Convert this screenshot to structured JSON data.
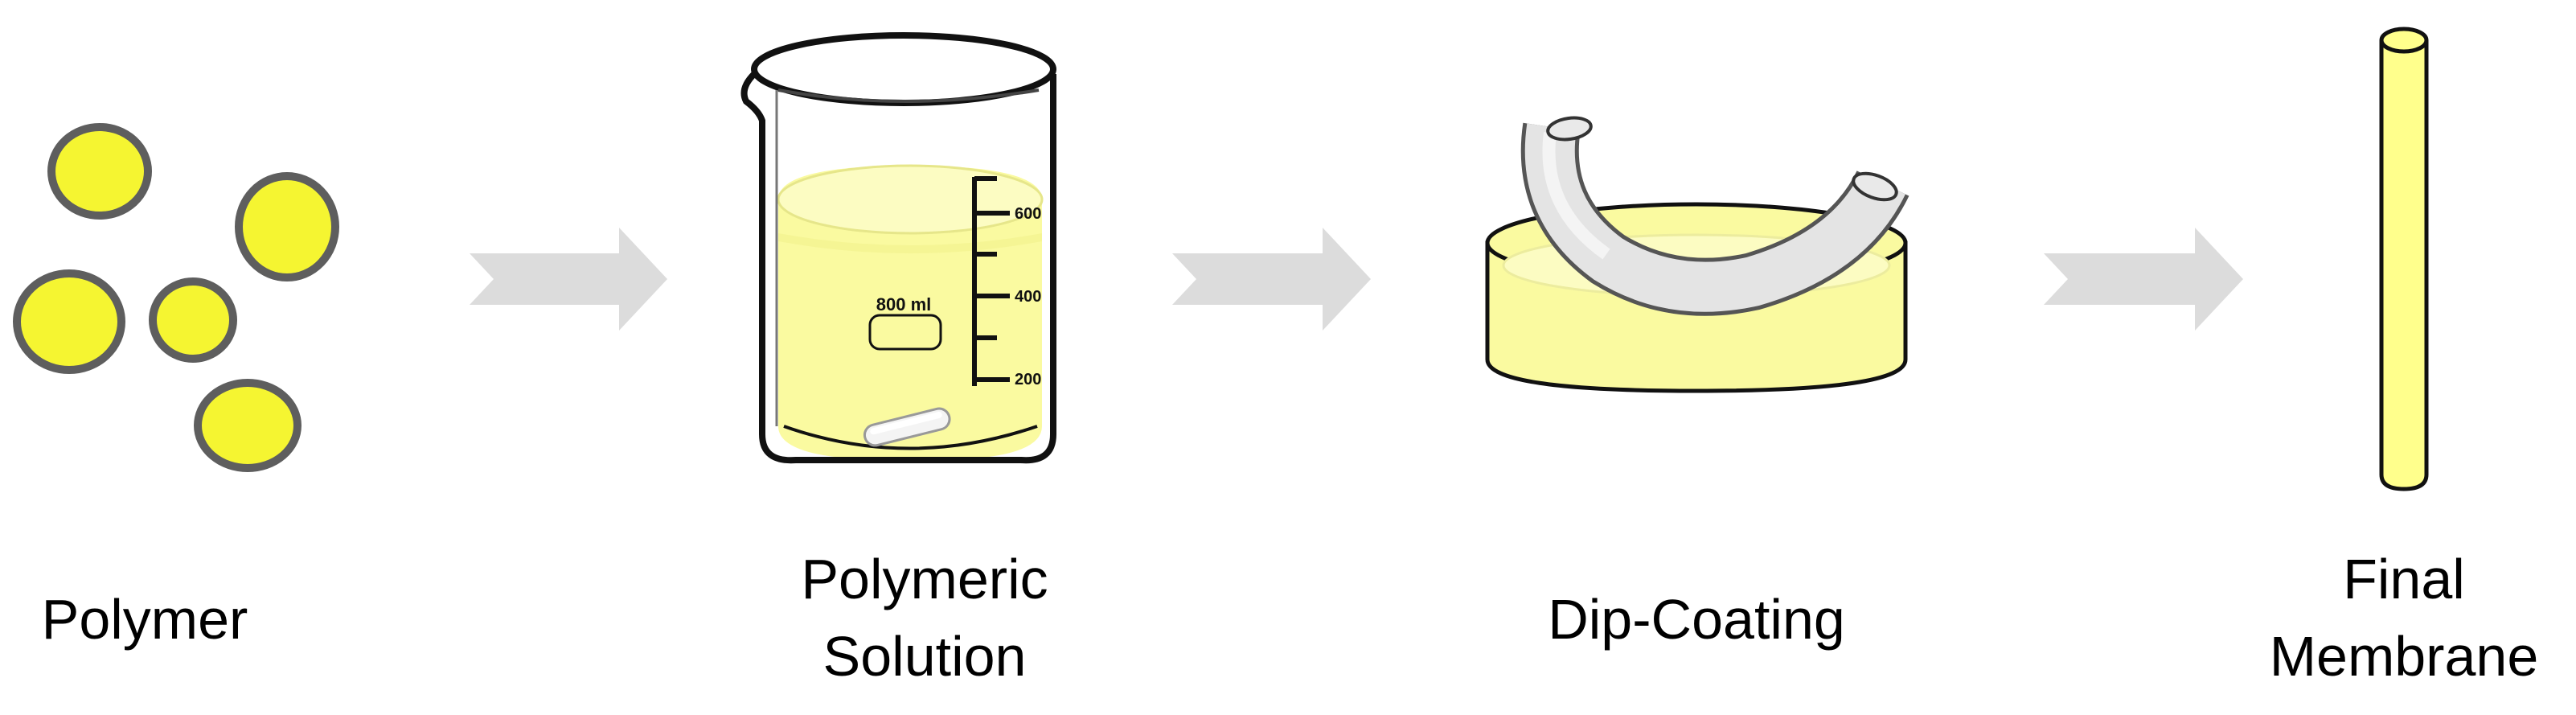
{
  "steps": {
    "polymer": {
      "label": "Polymer"
    },
    "solution": {
      "line1": "Polymeric",
      "line2": "Solution",
      "beaker_volume": "800 ml",
      "scale_600": "600",
      "scale_400": "400",
      "scale_200": "200"
    },
    "dip": {
      "label": "Dip-Coating"
    },
    "final": {
      "line1": "Final",
      "line2": "Membrane"
    }
  },
  "colors": {
    "particle_fill": "#f5f531",
    "particle_stroke": "#5e5e5e",
    "solution_fill": "#fafaa0",
    "membrane_fill": "#ffff8c",
    "arrow_fill": "#dcdcdc",
    "outline": "#111111"
  }
}
